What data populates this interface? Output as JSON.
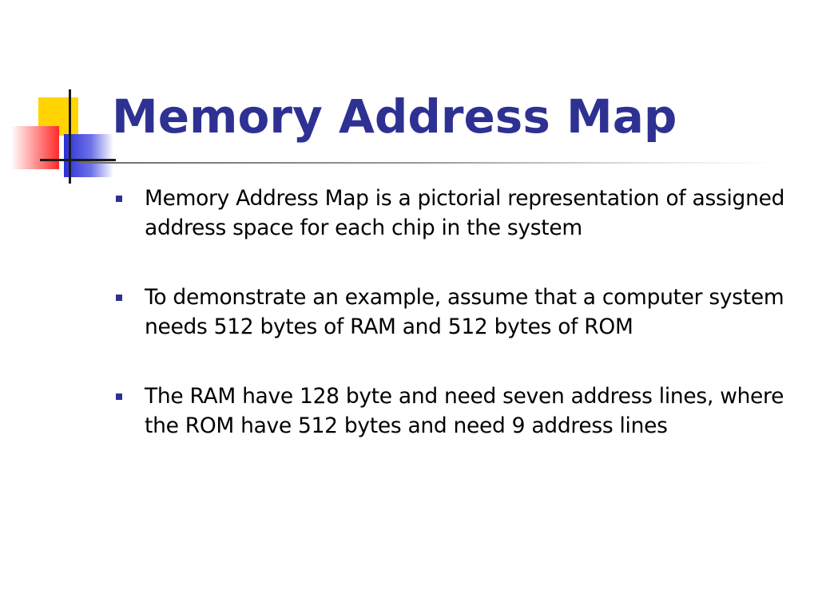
{
  "slide": {
    "title": "Memory Address Map",
    "bullets": [
      {
        "text": "Memory Address Map is a pictorial representation of assigned address space for each chip in the system"
      },
      {
        "text": "To demonstrate an example, assume that a computer system needs 512 bytes of RAM and 512 bytes of ROM"
      },
      {
        "text": "The RAM have 128 byte and need seven address lines, where the ROM have 512 bytes and need 9 address lines"
      }
    ]
  },
  "colors": {
    "title": "#2e3192",
    "bullet_marker": "#2e3192",
    "body_text": "#000000",
    "logo_yellow": "#ffd400",
    "logo_red": "#ff2a2a",
    "logo_blue": "#2b2fd6"
  },
  "icons": {
    "logo": "decorative-squares-crosshair-icon",
    "bullet": "square-bullet-icon"
  }
}
